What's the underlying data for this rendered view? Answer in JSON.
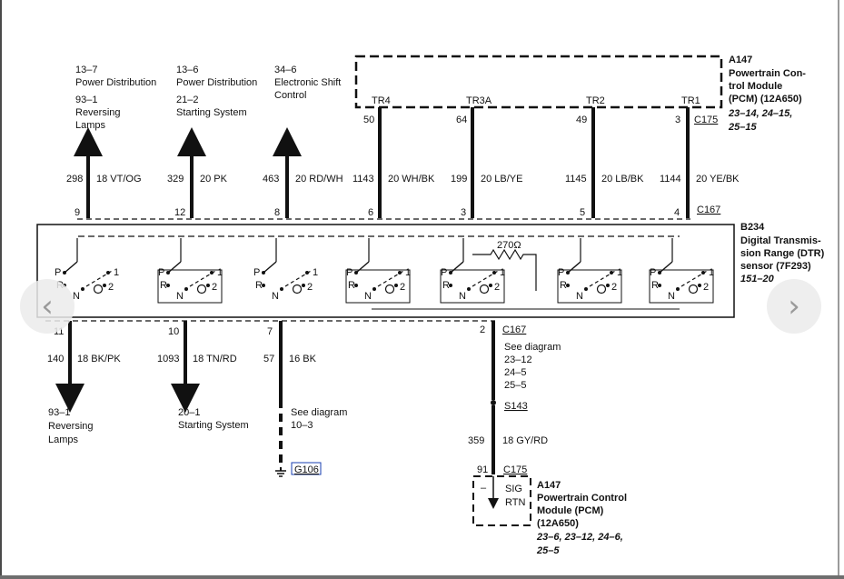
{
  "pcm_top": {
    "id": "A147",
    "lines": [
      "Powertrain Con-",
      "trol Module",
      "(PCM) (12A650)"
    ],
    "refs": [
      "23–14, 24–15,",
      "25–15"
    ],
    "pins": [
      "TR4",
      "TR3A",
      "TR2",
      "TR1"
    ],
    "connector": "C175"
  },
  "dtr": {
    "id": "B234",
    "lines": [
      "Digital Transmis-",
      "sion Range (DTR)",
      "sensor (7F293)"
    ],
    "refs": "151–20",
    "connector_top": "C167",
    "resistor": "270Ω",
    "switch_labels": {
      "p": "P",
      "r": "R",
      "n": "N",
      "one": "1",
      "two": "2"
    }
  },
  "top_wires": [
    {
      "ref_num": "13–7",
      "ref_lines": [
        "Power Distribution",
        "93–1",
        "Reversing",
        "Lamps"
      ],
      "circuit": "298",
      "color": "18 VT/OG",
      "pin": "9"
    },
    {
      "ref_num": "13–6",
      "ref_lines": [
        "Power Distribution",
        "21–2",
        "Starting System"
      ],
      "circuit": "329",
      "color": "20 PK",
      "pin": "12"
    },
    {
      "ref_num": "34–6",
      "ref_lines": [
        "Electronic Shift",
        "Control"
      ],
      "circuit": "463",
      "color": "20 RD/WH",
      "pin": "8"
    },
    {
      "circuit": "1143",
      "color": "20 WH/BK",
      "pin": "6",
      "pcm_pin": "50"
    },
    {
      "circuit": "199",
      "color": "20 LB/YE",
      "pin": "3",
      "pcm_pin": "64"
    },
    {
      "circuit": "1145",
      "color": "20 LB/BK",
      "pin": "5",
      "pcm_pin": "49"
    },
    {
      "circuit": "1144",
      "color": "20 YE/BK",
      "pin": "4",
      "pcm_pin": "3"
    }
  ],
  "bottom_wires": [
    {
      "pin": "11",
      "circuit": "140",
      "color": "18 BK/PK",
      "ref_lines": [
        "93–1",
        "Reversing",
        "Lamps"
      ]
    },
    {
      "pin": "10",
      "circuit": "1093",
      "color": "18 TN/RD",
      "ref_lines": [
        "20–1",
        "Starting System"
      ]
    },
    {
      "pin": "7",
      "circuit": "57",
      "color": "16 BK",
      "ref_lines": [
        "See diagram",
        "10–3"
      ],
      "ground": "G106"
    },
    {
      "pin": "2",
      "connector": "C167",
      "see": [
        "See diagram",
        "23–12",
        "24–5",
        "25–5"
      ],
      "splice": "S143",
      "circuit": "359",
      "color": "18 GY/RD",
      "pcm_pin": "91",
      "pcm_connector": "C175"
    }
  ],
  "pcm_bottom": {
    "id": "A147",
    "lines": [
      "Powertrain Control",
      "Module (PCM)",
      "(12A650)"
    ],
    "refs": [
      "23–6, 23–12, 24–6,",
      "25–5"
    ],
    "box_labels": [
      "SIG",
      "RTN"
    ],
    "box_minus": "–"
  },
  "nav": {
    "prev": "‹",
    "next": "›"
  },
  "colors": {
    "line": "#111111",
    "link": "#1a3fb0",
    "nav_bg": "#ebebeb",
    "nav_glyph": "#9a9a9a"
  }
}
